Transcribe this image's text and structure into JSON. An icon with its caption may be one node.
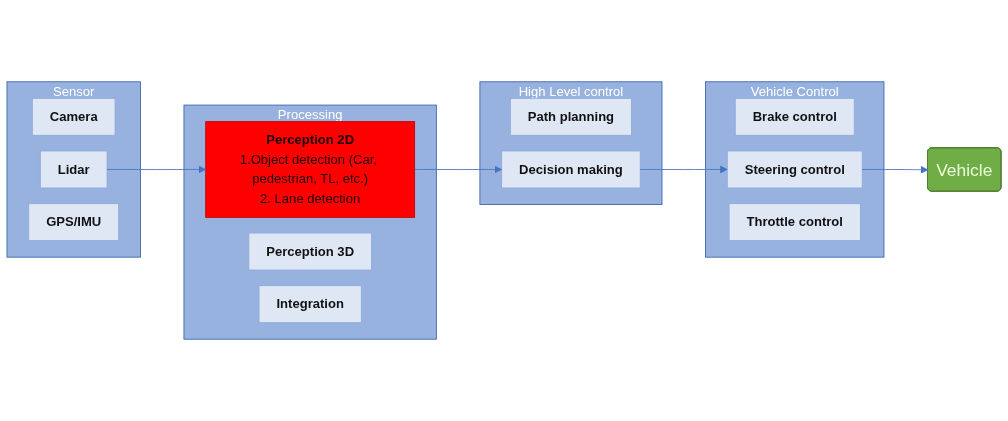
{
  "diagram": {
    "nodes": [
      {
        "text": [
          "Sensor"
        ]
      },
      {
        "text": [
          "Camera"
        ],
        "in": 0
      },
      {
        "text": [
          "Lidar"
        ],
        "in": 0
      },
      {
        "text": [
          "GPS/IMU"
        ],
        "in": 0
      },
      {
        "text": [
          "Processing"
        ]
      },
      {
        "text": [
          "Perception 2D",
          "1.Object detection (Car, pedestrian, TL, etc.)",
          "2. Lane detection"
        ],
        "in": 4
      },
      {
        "text": [
          "Perception 3D"
        ],
        "in": 4
      },
      {
        "text": [
          "Integration"
        ],
        "in": 4
      },
      {
        "text": [
          "High Level control"
        ]
      },
      {
        "text": [
          "Path planning"
        ],
        "in": 8
      },
      {
        "text": [
          "Decision making"
        ],
        "in": 8
      },
      {
        "text": [
          "Vehicle Control"
        ]
      },
      {
        "text": [
          "Brake control"
        ],
        "in": 11
      },
      {
        "text": [
          "Steering control"
        ],
        "in": 11
      },
      {
        "text": [
          "Throttle control"
        ],
        "in": 11
      },
      {
        "text": [
          "Vehicle"
        ]
      }
    ],
    "edges": [
      {
        "from": 2,
        "to": 5,
        "arrow": "to"
      },
      {
        "from": 5,
        "to": 10,
        "arrow": "to"
      },
      {
        "from": 10,
        "to": 13,
        "arrow": "to"
      },
      {
        "from": 13,
        "to": 15,
        "arrow": "to"
      }
    ]
  }
}
